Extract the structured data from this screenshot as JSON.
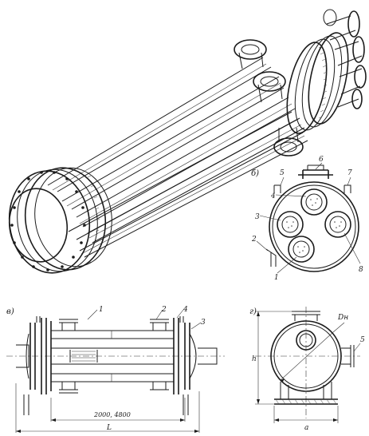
{
  "views": {
    "b": {
      "letter": "б)",
      "labels": [
        "6",
        "5",
        "7",
        "4",
        "3",
        "2",
        "1",
        "8"
      ]
    },
    "v": {
      "letter": "в)",
      "labels": [
        "1",
        "2",
        "4",
        "3"
      ],
      "dim_inner": "2000, 4800",
      "dim_total": "L"
    },
    "g": {
      "letter": "г)",
      "labels": [
        "Dн",
        "5"
      ],
      "dim_height": "h",
      "dim_width": "a"
    }
  }
}
